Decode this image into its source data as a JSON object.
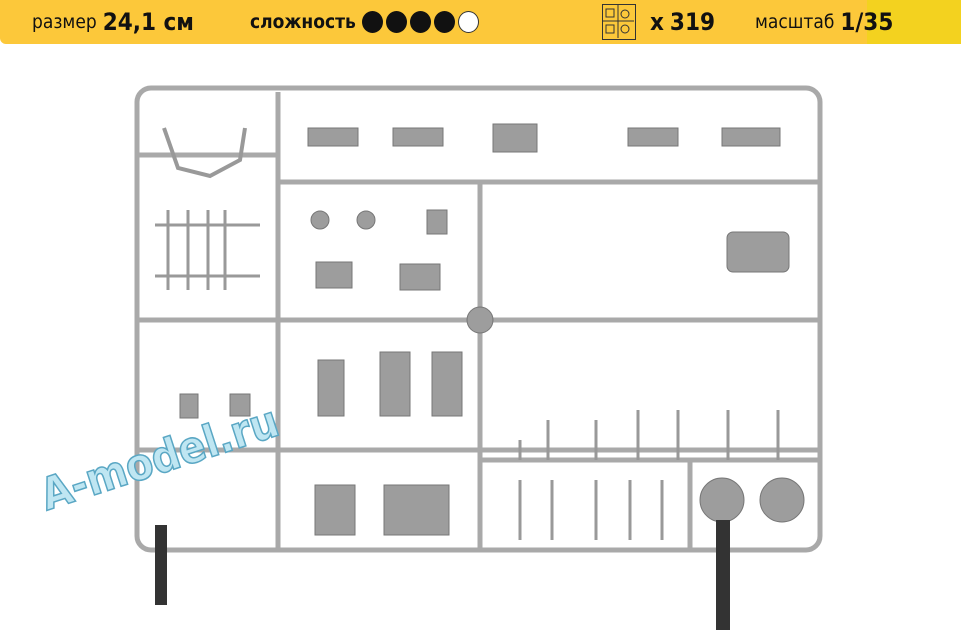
{
  "header": {
    "size_label": "размер",
    "size_value": "24,1 см",
    "difficulty_label": "сложность",
    "difficulty_level": 4,
    "difficulty_max": 5,
    "parts_prefix": "x",
    "parts_count": "319",
    "scale_label": "масштаб",
    "scale_value": "1/35"
  },
  "colors": {
    "bar": "#fcc83a",
    "sprue": "#b8b8b8"
  },
  "watermark": "A-model.ru"
}
